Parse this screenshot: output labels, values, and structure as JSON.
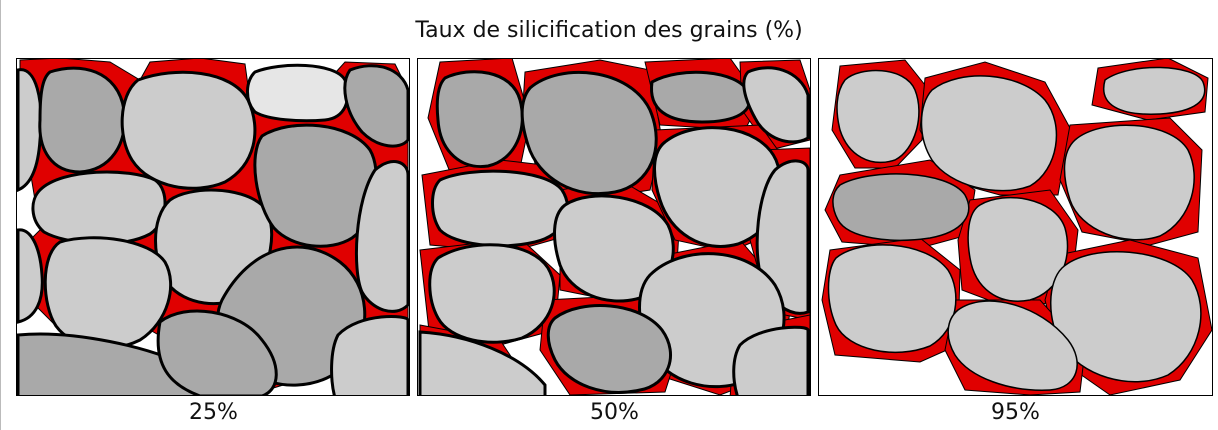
{
  "title": "Taux de silicification des grains (%)",
  "panels": [
    {
      "label": "25%"
    },
    {
      "label": "50%"
    },
    {
      "label": "95%"
    }
  ],
  "colors": {
    "cement": "#e00000",
    "grain_light": "#cccccc",
    "grain_dark": "#a9a9a9",
    "grain_white": "#e6e6e6",
    "outline": "#000000"
  }
}
